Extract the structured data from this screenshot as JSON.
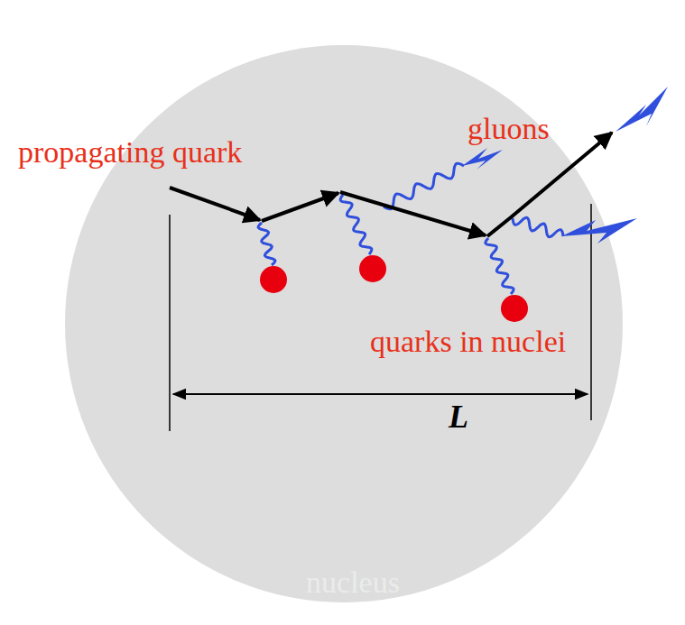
{
  "diagram": {
    "nodes": [
      {
        "text": [
          "nucleus"
        ]
      }
    ],
    "labels": [
      "propagating quark",
      "gluons",
      "quarks in nuclei",
      "L"
    ]
  }
}
